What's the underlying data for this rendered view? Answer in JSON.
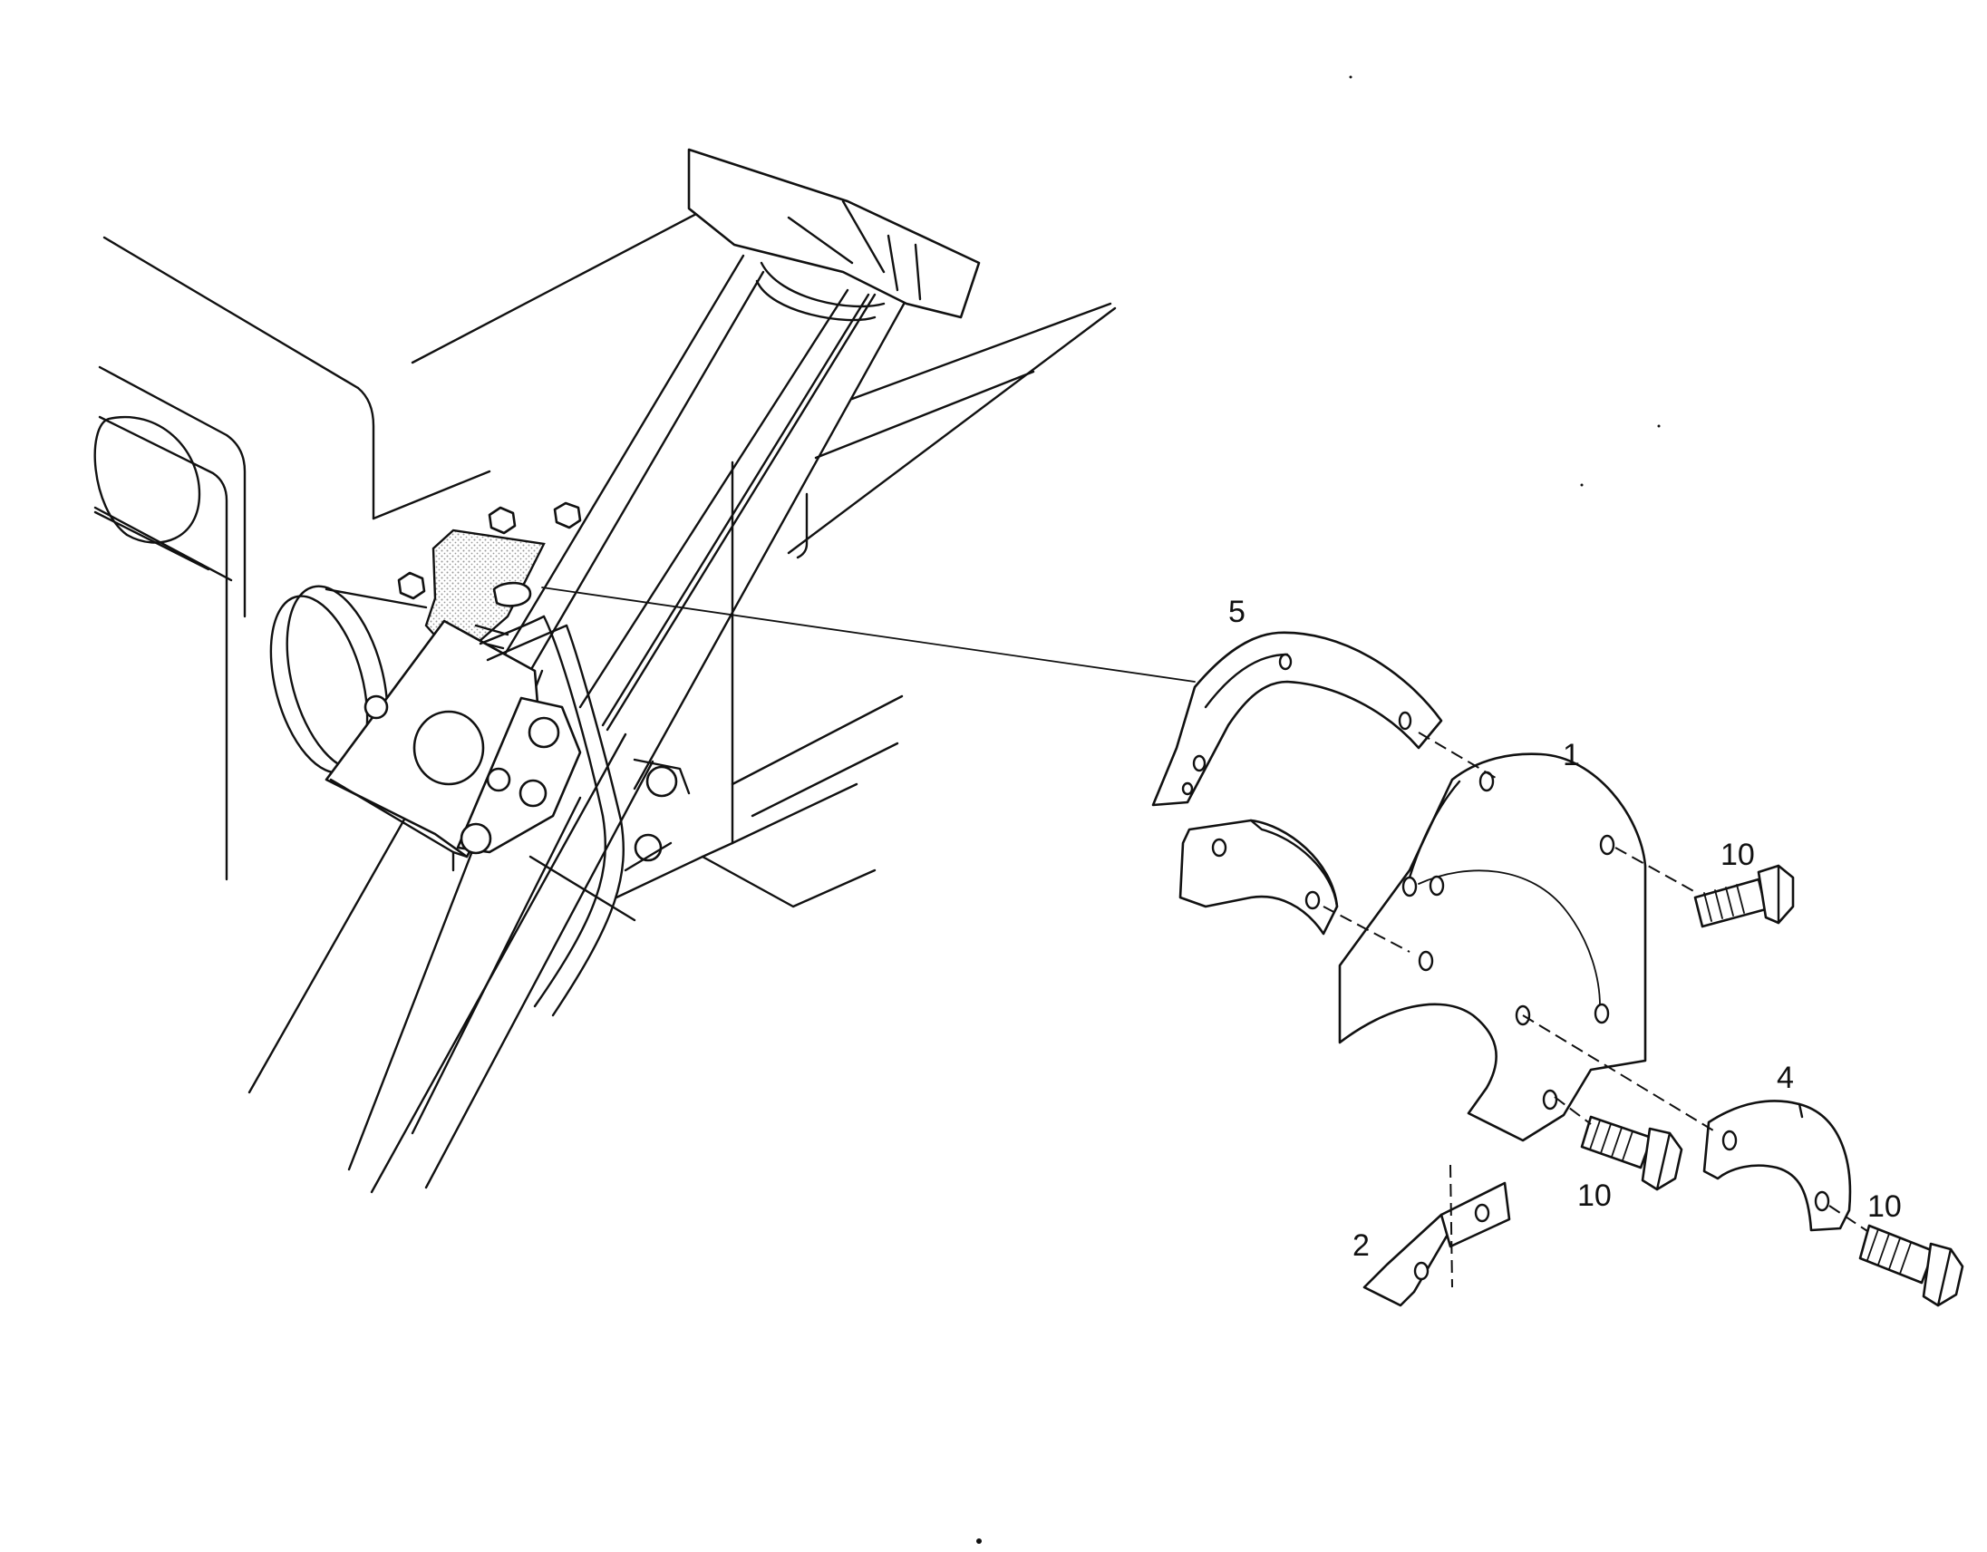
{
  "callouts": {
    "part_1": "1",
    "part_2": "2",
    "part_4": "4",
    "part_5": "5",
    "bolt_top": "10",
    "bolt_middle": "10",
    "bolt_bottom": "10"
  },
  "colors": {
    "ink": "#111111",
    "paper": "#ffffff",
    "stipple": "#999999"
  }
}
